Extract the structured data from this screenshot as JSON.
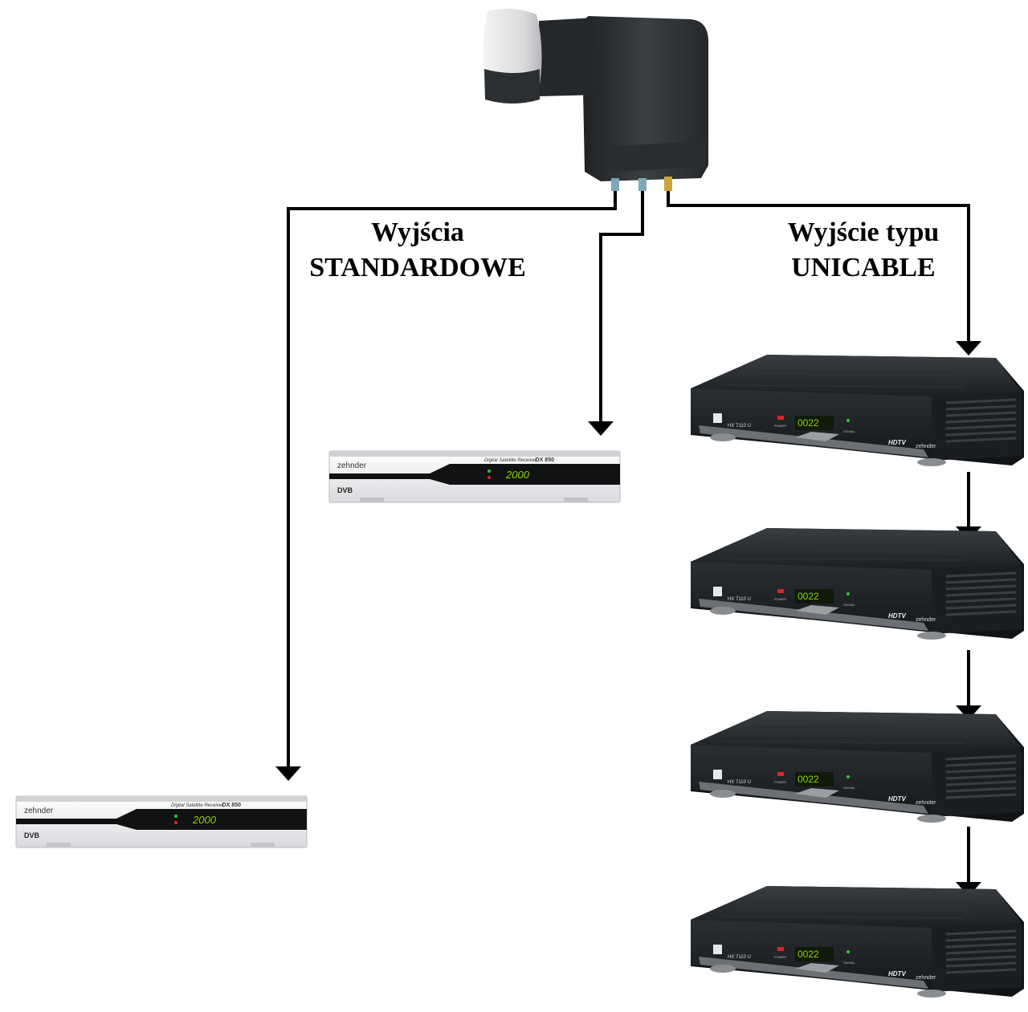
{
  "labels": {
    "standard_line1": "Wyjścia",
    "standard_line2": "STANDARDOWE",
    "unicable_line1": "Wyjście typu",
    "unicable_line2": "UNICABLE"
  },
  "silver_receiver": {
    "brand": "zehnder",
    "model_text": "Digital Satellite Receiver",
    "model_code": "DX 850",
    "display": "2000",
    "dvb_logo": "DVB"
  },
  "black_receiver": {
    "model": "HX 7110 U",
    "display": "0022",
    "power_label": "POWER",
    "signal_label": "SIGNAL",
    "hdtv_logo": "HDTV",
    "brand": "zehnder"
  },
  "colors": {
    "line": "#000000",
    "lnb_body": "#2f3234",
    "lnb_cap": "#e9e9ea",
    "black_box": "#262a2d",
    "silver_box": "#eceef0",
    "display_green": "#8fd400"
  }
}
